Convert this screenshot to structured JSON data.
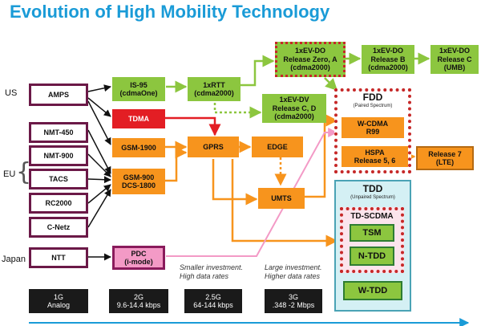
{
  "title": "Evolution of High Mobility Technology",
  "regions": {
    "us": "US",
    "eu": "EU",
    "japan": "Japan"
  },
  "boxes": {
    "amps": "AMPS",
    "nmt450": "NMT-450",
    "nmt900": "NMT-900",
    "tacs": "TACS",
    "rc2000": "RC2000",
    "cnetz": "C-Netz",
    "ntt": "NTT",
    "is95": "IS-95\n(cdmaOne)",
    "tdma": "TDMA",
    "gsm1900": "GSM-1900",
    "gsm900": "GSM-900\nDCS-1800",
    "pdc": "PDC\n(i-mode)",
    "rtt": "1xRTT\n(cdma2000)",
    "gprs": "GPRS",
    "edge": "EDGE",
    "umts": "UMTS",
    "evdo_zero": "1xEV-DO\nRelease Zero, A\n(cdma2000)",
    "evdo_b": "1xEV-DO\nRelease B\n(cdma2000)",
    "evdo_c": "1xEV-DO\nRelease C\n(UMB)",
    "evdv": "1xEV-DV\nRelease C, D\n(cdma2000)",
    "wcdma": "W-CDMA\nR99",
    "hspa": "HSPA\nRelease 5, 6",
    "lte": "Release 7\n(LTE)",
    "tsm": "TSM",
    "ntdd": "N-TDD",
    "wtdd": "W-TDD"
  },
  "groups": {
    "fdd_title": "FDD",
    "fdd_sub": "(Paired Spectrum)",
    "tdd_title": "TDD",
    "tdd_sub": "(Unpaired Spectrum)",
    "tdscdma_title": "TD-SCDMA"
  },
  "notes": {
    "smaller": "Smaller investment.\nHigh data rates",
    "larger": "Large investment.\nHigher data rates"
  },
  "generations": [
    {
      "gen": "1G",
      "rate": "Analog"
    },
    {
      "gen": "2G",
      "rate": "9.6-14.4 kbps"
    },
    {
      "gen": "2.5G",
      "rate": "64-144 kbps"
    },
    {
      "gen": "3G",
      "rate": ".348 -2 Mbps"
    }
  ],
  "colors": {
    "title": "#1a9bd7",
    "green": "#8cc63f",
    "orange": "#f7941d",
    "red": "#e31e24",
    "pink": "#f39ac6",
    "maroon_border": "#6b1947",
    "dotted_red": "#c62828",
    "timeline": "#1a9bd7"
  }
}
